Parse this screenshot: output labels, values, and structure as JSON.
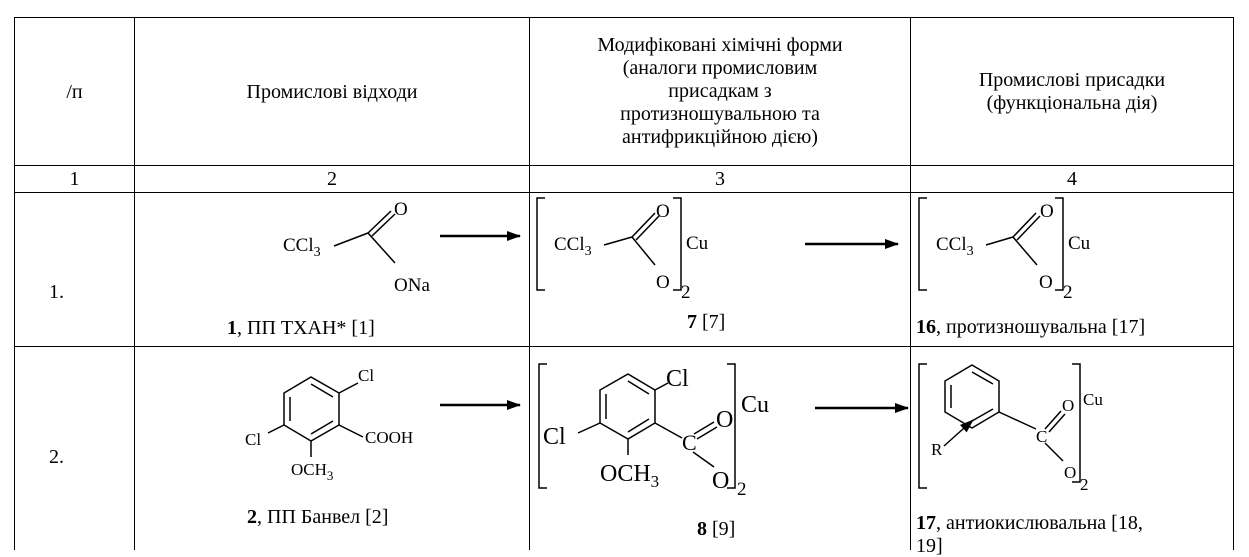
{
  "table": {
    "headers": {
      "col1": "/п",
      "col2": "Промислові відходи",
      "col3_lines": [
        "Модифіковані хімічні форми",
        "(аналоги промисловим",
        "присадкам з",
        "протизношувальною та",
        "антифрикційною дією)"
      ],
      "col4_lines": [
        "Промислові присадки",
        "(функціональна дія)"
      ]
    },
    "numbering": [
      "1",
      "2",
      "3",
      "4"
    ],
    "rows": [
      {
        "index": "1.",
        "waste": {
          "num": "1",
          "text": ", ПП ТХАН* [1]"
        },
        "modified": {
          "num": "7",
          "text": " [7]"
        },
        "additive": {
          "num": "16",
          "text": ", протизношувальна [17]"
        }
      },
      {
        "index": "2.",
        "waste": {
          "num": "2",
          "text": ", ПП Банвел [2]"
        },
        "modified": {
          "num": "8",
          "text": " [9]"
        },
        "additive": {
          "num": "17",
          "text_line1": ", антиокислювальна [18,",
          "text_line2": "19]"
        }
      }
    ],
    "chem": {
      "ccl": "CCl",
      "sub3": "3",
      "o": "O",
      "ona": "ONa",
      "cu": "Cu",
      "sub2": "2",
      "cl": "Cl",
      "cooh": "COOH",
      "och": "OCH",
      "c": "C",
      "r": "R"
    }
  }
}
